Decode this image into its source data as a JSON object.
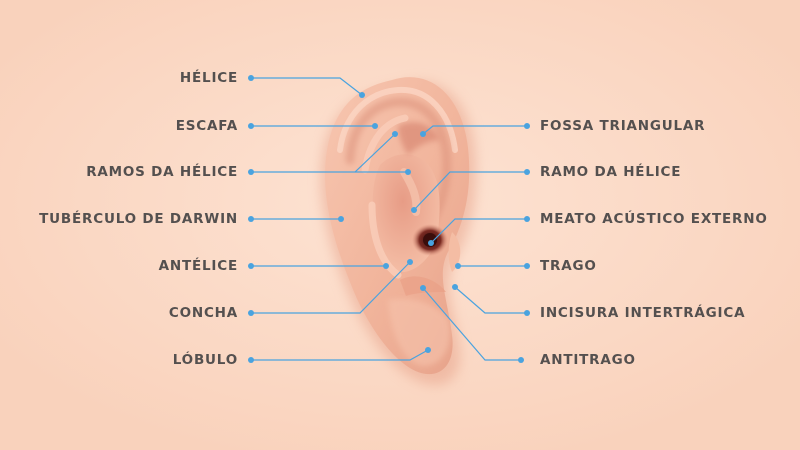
{
  "diagram": {
    "left_labels": [
      "HÉLICE",
      "ESCAFA",
      "RAMOS DA HÉLICE",
      "TUBÉRCULO DE DARWIN",
      "ANTÉLICE",
      "CONCHA",
      "LÓBULO"
    ],
    "right_labels": [
      "FOSSA TRIANGULAR",
      "RAMO DA HÉLICE",
      "MEATO ACÚSTICO EXTERNO",
      "TRAGO",
      "INCISURA INTERTRÁGICA",
      "ANTITRAGO"
    ]
  },
  "colors": {
    "background": "#fbd9c4",
    "leader_line": "#4aa3df",
    "label_text": "#54504f",
    "skin_base": "#f3b9a0",
    "skin_shadow": "#d98b76",
    "canal": "#4a1512"
  }
}
